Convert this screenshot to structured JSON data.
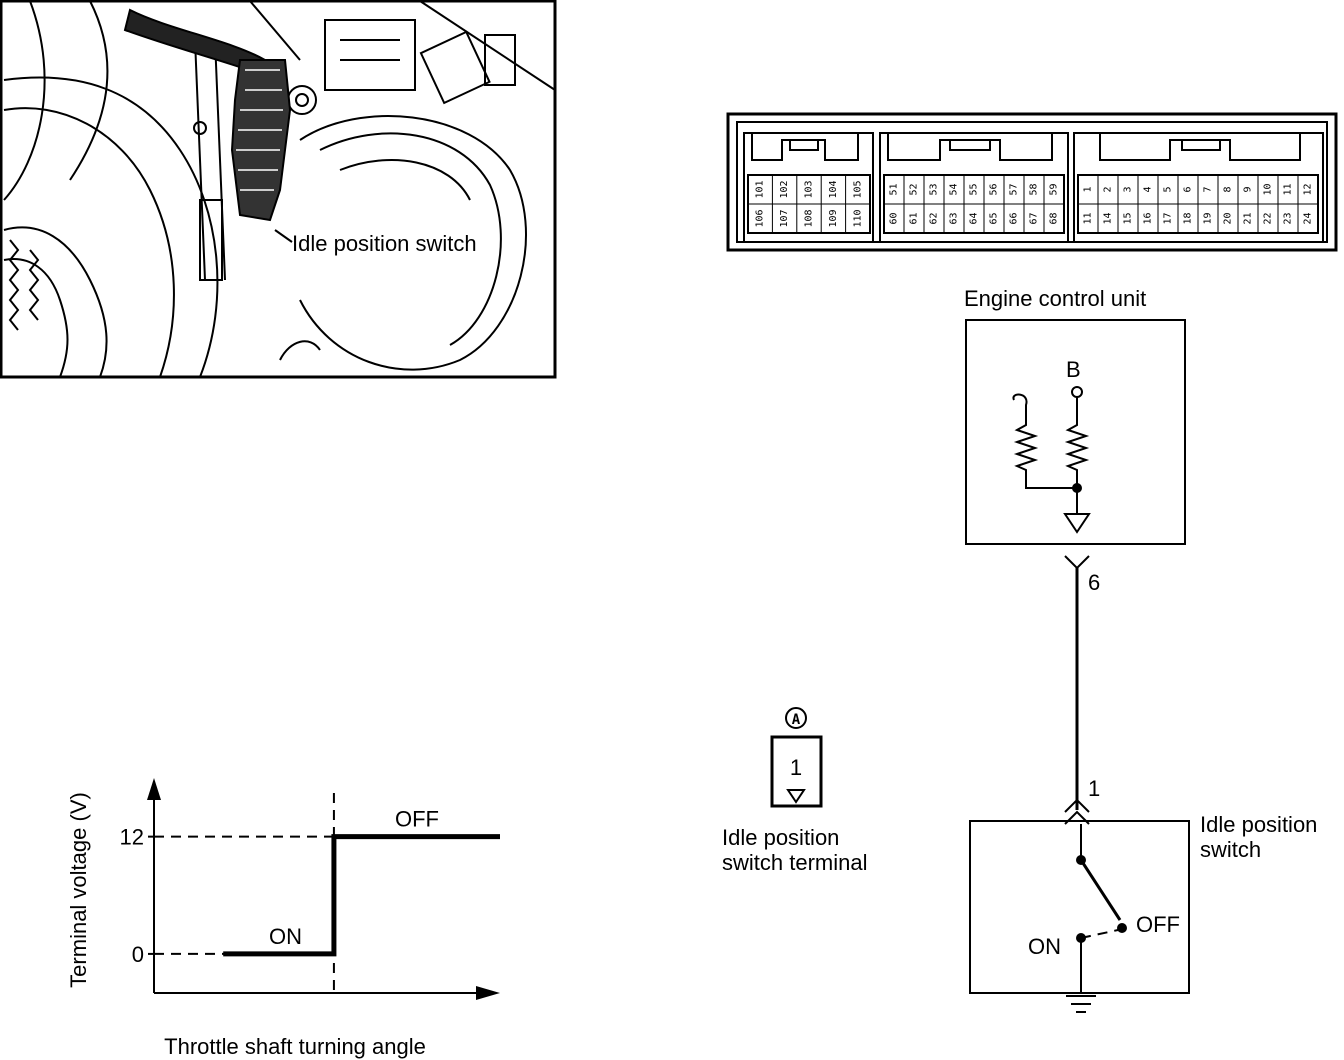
{
  "photo": {
    "callout": "Idle position switch"
  },
  "connector": {
    "block1_pins": [
      [
        "101",
        "106"
      ],
      [
        "102",
        "107"
      ],
      [
        "103",
        "108"
      ],
      [
        "104",
        "109"
      ],
      [
        "105",
        "110"
      ]
    ],
    "block2_pins": [
      [
        "51",
        "60"
      ],
      [
        "52",
        "61"
      ],
      [
        "53",
        "62"
      ],
      [
        "54",
        "63"
      ],
      [
        "55",
        "64"
      ],
      [
        "56",
        "65"
      ],
      [
        "57",
        "66"
      ],
      [
        "58",
        "67"
      ],
      [
        "59",
        "68"
      ]
    ],
    "block3_pins": [
      [
        "1",
        "11"
      ],
      [
        "2",
        "14"
      ],
      [
        "3",
        "15"
      ],
      [
        "4",
        "16"
      ],
      [
        "5",
        "17"
      ],
      [
        "6",
        "18"
      ],
      [
        "7",
        "19"
      ],
      [
        "8",
        "20"
      ],
      [
        "9",
        "21"
      ],
      [
        "10",
        "22"
      ],
      [
        "11",
        "23"
      ],
      [
        "12",
        "24"
      ]
    ]
  },
  "ecu": {
    "title": "Engine control unit",
    "supply_label": "B",
    "terminal": "6"
  },
  "switch_circuit": {
    "terminal": "1",
    "title_line1": "Idle position",
    "title_line2": "switch",
    "on_label": "ON",
    "off_label": "OFF"
  },
  "terminal_view": {
    "badge": "A",
    "pin": "1",
    "label_line1": "Idle position",
    "label_line2": "switch terminal"
  },
  "chart_data": {
    "type": "line",
    "title": "",
    "xlabel": "Throttle shaft turning angle",
    "ylabel": "Terminal voltage (V)",
    "yticks": [
      "0",
      "12"
    ],
    "ylim": [
      -4,
      18
    ],
    "xlim": [
      0,
      10
    ],
    "series": [
      {
        "x": [
          2,
          5.2,
          5.2,
          10
        ],
        "y": [
          0,
          0,
          12,
          12
        ]
      }
    ],
    "threshold_x": 5.2,
    "annotations": [
      {
        "text": "ON",
        "x": 3.8,
        "y": 0
      },
      {
        "text": "OFF",
        "x": 7.6,
        "y": 12
      }
    ]
  }
}
